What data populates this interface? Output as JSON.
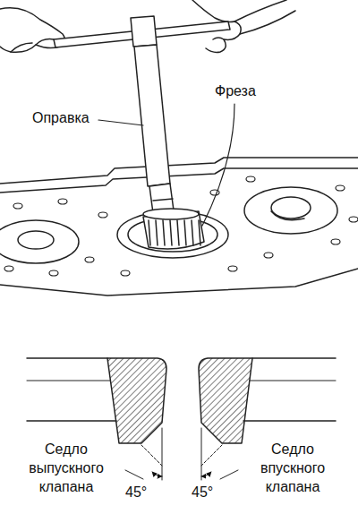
{
  "diagram": {
    "labels": [
      "Фреза",
      "Оправка",
      "Седло выпускного клапана",
      "45°",
      "45°",
      "Седло впускного клапана"
    ]
  }
}
